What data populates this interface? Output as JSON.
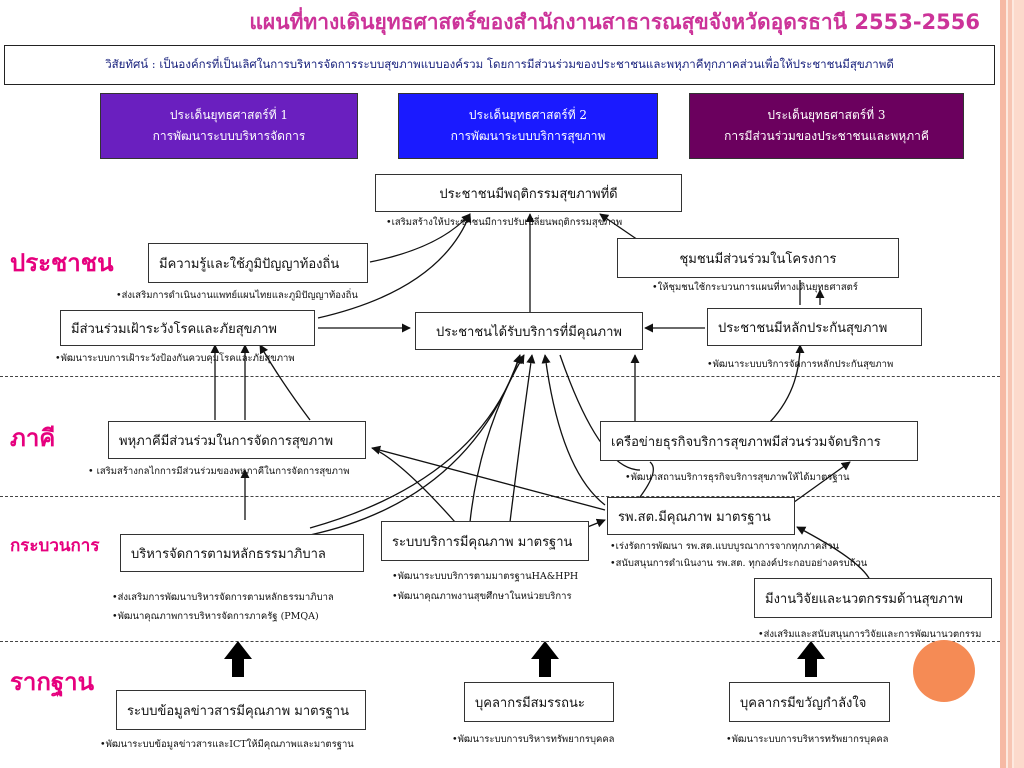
{
  "title": "แผนที่ทางเดินยุทธศาสตร์ของสำนักงานสาธารณสุขจังหวัดอุดรธานี 2553-2556",
  "vision": "วิสัยทัศน์ : เป็นองค์กรที่เป็นเลิศในการบริหารจัดการระบบสุขภาพแบบองค์รวม โดยการมีส่วนร่วมของประชาชนและพหุภาคีทุกภาคส่วนเพื่อให้ประชาชนมีสุขภาพดี",
  "strategies": [
    {
      "line1": "ประเด็นยุทธศาสตร์ที่ 1",
      "line2": "การพัฒนาระบบบริหารจัดการ",
      "color": "#6a1fbf"
    },
    {
      "line1": "ประเด็นยุทธศาสตร์ที่ 2",
      "line2": "การพัฒนาระบบบริการสุขภาพ",
      "color": "#1a1aff"
    },
    {
      "line1": "ประเด็นยุทธศาสตร์ที่ 3",
      "line2": "การมีส่วนร่วมของประชาชนและพหุภาคี",
      "color": "#6b005e"
    }
  ],
  "levels": {
    "people": "ประชาชน",
    "partners": "ภาคี",
    "process": "กระบวนการ",
    "foundation": "รากฐาน"
  },
  "boxes": {
    "good_behavior": "ประชาชนมีพฤติกรรมสุขภาพที่ดี",
    "local_wisdom": "มีความรู้และใช้ภูมิปัญญาท้องถิ่น",
    "community_participation": "ชุมชนมีส่วนร่วมในโครงการ",
    "surveillance": "มีส่วนร่วมเฝ้าระวังโรคและภัยสุขภาพ",
    "quality_service": "ประชาชนได้รับบริการที่มีคุณภาพ",
    "insurance": "ประชาชนมีหลักประกันสุขภาพ",
    "partners_manage": "พหุภาคีมีส่วนร่วมในการจัดการสุขภาพ",
    "network": "เครือข่ายธุรกิจบริการสุขภาพมีส่วนร่วมจัดบริการ",
    "hospital": "รพ.สต.มีคุณภาพ มาตรฐาน",
    "governance": "บริหารจัดการตามหลักธรรมาภิบาล",
    "service_system": "ระบบบริการมีคุณภาพ มาตรฐาน",
    "research": "มีงานวิจัยและนวตกรรมด้านสุขภาพ",
    "info_system": "ระบบข้อมูลข่าวสารมีคุณภาพ มาตรฐาน",
    "competent_staff": "บุคลากรมีสมรรถนะ",
    "morale_staff": "บุคลากรมีขวัญกำลังใจ"
  },
  "notes": {
    "good_behavior": "•เสริมสร้างให้ประชาชนมีการปรับเปลี่ยนพฤติกรรมสุขภาพ",
    "local_wisdom": "•ส่งเสริมการดำเนินงานแพทย์แผนไทยและภูมิปัญญาท้องถิ่น",
    "community_participation": "•ให้ชุมชนใช้กระบวนการแผนที่ทางเดินยุทธศาสตร์",
    "surveillance": "•พัฒนาระบบการเฝ้าระวังป้องกันควบคุมโรคและภัยสุขภาพ",
    "insurance": "•พัฒนาระบบบริการจัดการหลักประกันสุขภาพ",
    "partners_manage": "• เสริมสร้างกลไกการมีส่วนร่วมของพหุภาคีในการจัดการสุขภาพ",
    "network": "•พัฒนาสถานบริการธุรกิจบริการสุขภาพให้ได้มาตรฐาน",
    "hospital_1": "•เร่งรัดการพัฒนา รพ.สต.แบบบูรณาการจากทุกภาคส่วน",
    "hospital_2": "•สนับสนุนการดำเนินงาน รพ.สต. ทุกองค์ประกอบอย่างครบถ้วน",
    "governance_1": "•ส่งเสริมการพัฒนาบริหารจัดการตามหลักธรรมาภิบาล",
    "governance_2": "•พัฒนาคุณภาพการบริหารจัดการภาครัฐ (PMQA)",
    "service_1": "•พัฒนาระบบบริการตามมาตรฐานHA&HPH",
    "service_2": "•พัฒนาคุณภาพงานสุขศึกษาในหน่วยบริการ",
    "research": "•ส่งเสริมและสนับสนุนการวิจัยและการพัฒนานวตกรรม",
    "info_system": "•พัฒนาระบบข้อมูลข่าวสารและICTให้มีคุณภาพและมาตรฐาน",
    "competent_staff": "•พัฒนาระบบการบริหารทรัพยากรบุคคล",
    "morale_staff": "•พัฒนาระบบการบริหารทรัพยากรบุคคล"
  },
  "colors": {
    "title": "#cc3399",
    "level_label": "#e6007e",
    "vision_text": "#1a237e",
    "circle": "#f58b55",
    "background_stripe": "#fde9df"
  }
}
